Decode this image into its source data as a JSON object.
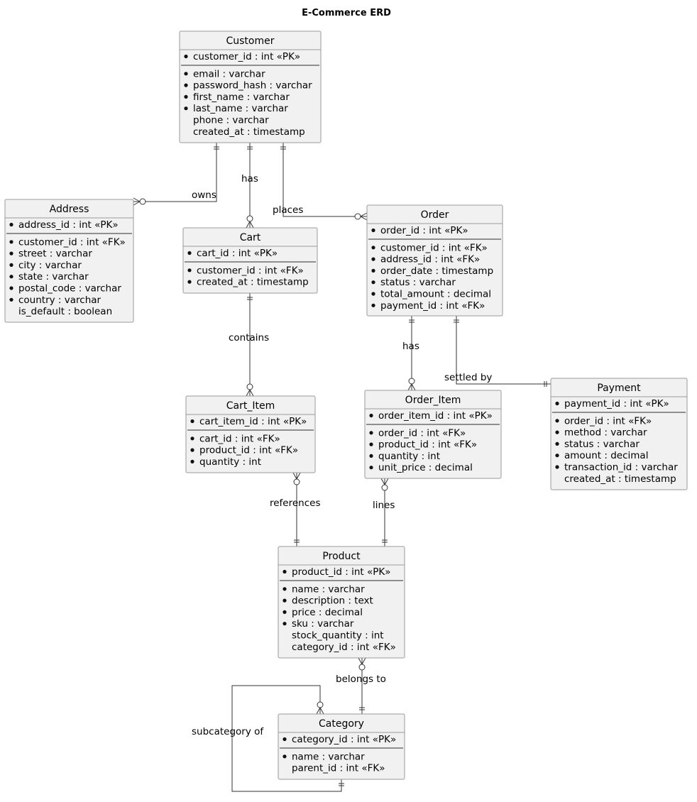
{
  "title": "E-Commerce ERD",
  "entities": [
    {
      "id": "customer",
      "name": "Customer",
      "pk": [
        {
          "text": "customer_id : int «PK»",
          "mandatory": true
        }
      ],
      "attrs": [
        {
          "text": "email : varchar",
          "mandatory": true
        },
        {
          "text": "password_hash : varchar",
          "mandatory": true
        },
        {
          "text": "first_name : varchar",
          "mandatory": true
        },
        {
          "text": "last_name : varchar",
          "mandatory": true
        },
        {
          "text": "phone : varchar",
          "mandatory": false
        },
        {
          "text": "created_at : timestamp",
          "mandatory": false
        }
      ]
    },
    {
      "id": "address",
      "name": "Address",
      "pk": [
        {
          "text": "address_id : int «PK»",
          "mandatory": true
        }
      ],
      "attrs": [
        {
          "text": "customer_id : int «FK»",
          "mandatory": true
        },
        {
          "text": "street : varchar",
          "mandatory": true
        },
        {
          "text": "city : varchar",
          "mandatory": true
        },
        {
          "text": "state : varchar",
          "mandatory": true
        },
        {
          "text": "postal_code : varchar",
          "mandatory": true
        },
        {
          "text": "country : varchar",
          "mandatory": true
        },
        {
          "text": "is_default : boolean",
          "mandatory": false
        }
      ]
    },
    {
      "id": "cart",
      "name": "Cart",
      "pk": [
        {
          "text": "cart_id : int «PK»",
          "mandatory": true
        }
      ],
      "attrs": [
        {
          "text": "customer_id : int «FK»",
          "mandatory": true
        },
        {
          "text": "created_at : timestamp",
          "mandatory": true
        }
      ]
    },
    {
      "id": "order",
      "name": "Order",
      "pk": [
        {
          "text": "order_id : int «PK»",
          "mandatory": true
        }
      ],
      "attrs": [
        {
          "text": "customer_id : int «FK»",
          "mandatory": true
        },
        {
          "text": "address_id : int «FK»",
          "mandatory": true
        },
        {
          "text": "order_date : timestamp",
          "mandatory": true
        },
        {
          "text": "status : varchar",
          "mandatory": true
        },
        {
          "text": "total_amount : decimal",
          "mandatory": true
        },
        {
          "text": "payment_id : int «FK»",
          "mandatory": true
        }
      ]
    },
    {
      "id": "cart_item",
      "name": "Cart_Item",
      "pk": [
        {
          "text": "cart_item_id : int «PK»",
          "mandatory": true
        }
      ],
      "attrs": [
        {
          "text": "cart_id : int «FK»",
          "mandatory": true
        },
        {
          "text": "product_id : int «FK»",
          "mandatory": true
        },
        {
          "text": "quantity : int",
          "mandatory": true
        }
      ]
    },
    {
      "id": "order_item",
      "name": "Order_Item",
      "pk": [
        {
          "text": "order_item_id : int «PK»",
          "mandatory": true
        }
      ],
      "attrs": [
        {
          "text": "order_id : int «FK»",
          "mandatory": true
        },
        {
          "text": "product_id : int «FK»",
          "mandatory": true
        },
        {
          "text": "quantity : int",
          "mandatory": true
        },
        {
          "text": "unit_price : decimal",
          "mandatory": true
        }
      ]
    },
    {
      "id": "payment",
      "name": "Payment",
      "pk": [
        {
          "text": "payment_id : int «PK»",
          "mandatory": true
        }
      ],
      "attrs": [
        {
          "text": "order_id : int «FK»",
          "mandatory": true
        },
        {
          "text": "method : varchar",
          "mandatory": true
        },
        {
          "text": "status : varchar",
          "mandatory": true
        },
        {
          "text": "amount : decimal",
          "mandatory": true
        },
        {
          "text": "transaction_id : varchar",
          "mandatory": true
        },
        {
          "text": "created_at : timestamp",
          "mandatory": false
        }
      ]
    },
    {
      "id": "product",
      "name": "Product",
      "pk": [
        {
          "text": "product_id : int «PK»",
          "mandatory": true
        }
      ],
      "attrs": [
        {
          "text": "name : varchar",
          "mandatory": true
        },
        {
          "text": "description : text",
          "mandatory": true
        },
        {
          "text": "price : decimal",
          "mandatory": true
        },
        {
          "text": "sku : varchar",
          "mandatory": true
        },
        {
          "text": "stock_quantity : int",
          "mandatory": false
        },
        {
          "text": "category_id : int «FK»",
          "mandatory": false
        }
      ]
    },
    {
      "id": "category",
      "name": "Category",
      "pk": [
        {
          "text": "category_id : int «PK»",
          "mandatory": true
        }
      ],
      "attrs": [
        {
          "text": "name : varchar",
          "mandatory": true
        },
        {
          "text": "parent_id : int «FK»",
          "mandatory": false
        }
      ]
    }
  ],
  "relationships": [
    {
      "id": "owns",
      "label": "owns",
      "from": "Customer",
      "to": "Address"
    },
    {
      "id": "has_cart",
      "label": "has",
      "from": "Customer",
      "to": "Cart"
    },
    {
      "id": "places",
      "label": "places",
      "from": "Customer",
      "to": "Order"
    },
    {
      "id": "contains",
      "label": "contains",
      "from": "Cart",
      "to": "Cart_Item"
    },
    {
      "id": "has_items",
      "label": "has",
      "from": "Order",
      "to": "Order_Item"
    },
    {
      "id": "settled_by",
      "label": "settled by",
      "from": "Order",
      "to": "Payment"
    },
    {
      "id": "references",
      "label": "references",
      "from": "Cart_Item",
      "to": "Product"
    },
    {
      "id": "lines",
      "label": "lines",
      "from": "Order_Item",
      "to": "Product"
    },
    {
      "id": "belongs_to",
      "label": "belongs to",
      "from": "Product",
      "to": "Category"
    },
    {
      "id": "subcategory_of",
      "label": "subcategory of",
      "from": "Category",
      "to": "Category"
    }
  ]
}
